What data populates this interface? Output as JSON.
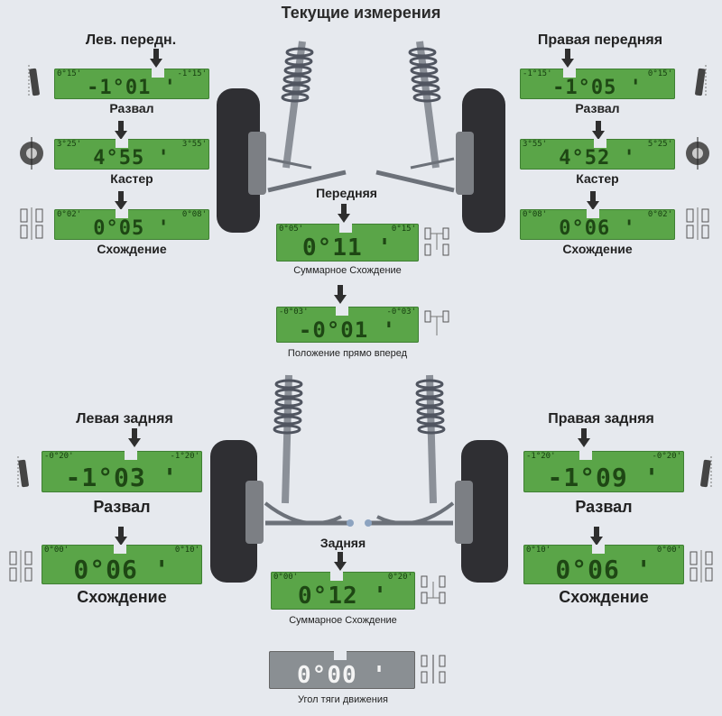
{
  "title": "Текущие измерения",
  "front_left": {
    "label": "Лев. передн.",
    "camber": {
      "min": "0°15'",
      "max": "-1°15'",
      "value": "-1°01 '",
      "label": "Развал"
    },
    "caster": {
      "min": "3°25'",
      "max": "3°55'",
      "value": "4°55 '",
      "label": "Кастер"
    },
    "toe": {
      "min": "0°02'",
      "max": "0°08'",
      "value": "0°05 '",
      "label": "Схождение"
    }
  },
  "front_right": {
    "label": "Правая передняя",
    "camber": {
      "min": "-1°15'",
      "max": "0°15'",
      "value": "-1°05 '",
      "label": "Развал"
    },
    "caster": {
      "min": "3°55'",
      "max": "5°25'",
      "value": "4°52 '",
      "label": "Кастер"
    },
    "toe": {
      "min": "0°08'",
      "max": "0°02'",
      "value": "0°06 '",
      "label": "Схождение"
    }
  },
  "front_total": {
    "label": "Передняя",
    "min": "0°05'",
    "max": "0°15'",
    "value": "0°11 '",
    "caption": "Суммарное Схождение"
  },
  "straight_ahead": {
    "min": "-0°03'",
    "max": "-0°03'",
    "value": "-0°01 '",
    "caption": "Положение прямо вперед"
  },
  "rear_left": {
    "label": "Левая задняя",
    "camber": {
      "min": "-0°20'",
      "max": "-1°20'",
      "value": "-1°03 '",
      "label": "Развал"
    },
    "toe": {
      "min": "0°00'",
      "max": "0°10'",
      "value": "0°06 '",
      "label": "Схождение"
    }
  },
  "rear_right": {
    "label": "Правая задняя",
    "camber": {
      "min": "-1°20'",
      "max": "-0°20'",
      "value": "-1°09 '",
      "label": "Развал"
    },
    "toe": {
      "min": "0°10'",
      "max": "0°00'",
      "value": "0°06 '",
      "label": "Схождение"
    }
  },
  "rear_total": {
    "label": "Задняя",
    "min": "0°00'",
    "max": "0°20'",
    "value": "0°12 '",
    "caption": "Суммарное Схождение"
  },
  "thrust_angle": {
    "value": "0°00 '",
    "caption": "Угол тяги движения"
  },
  "icons": {
    "camber": "wheel-camber-icon",
    "caster": "wheel-caster-icon",
    "toe": "wheel-toe-icon",
    "axle": "car-axle-icon"
  },
  "colors": {
    "gauge_green": "#5aa548",
    "gauge_grey": "#8a8f93",
    "background": "#e6e9ee"
  }
}
